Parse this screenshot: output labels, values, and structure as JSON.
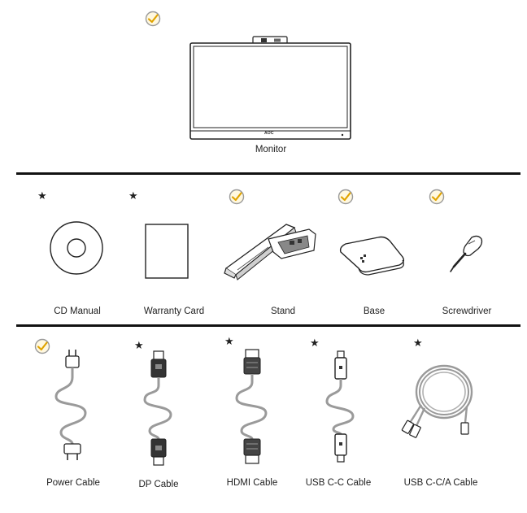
{
  "monitor": {
    "label": "Monitor",
    "bezel_logo": "AOC",
    "included": true
  },
  "row1": [
    {
      "key": "cd",
      "label": "CD Manual",
      "marker": "★",
      "included": false
    },
    {
      "key": "warranty",
      "label": "Warranty Card",
      "marker": "★",
      "included": false
    },
    {
      "key": "stand",
      "label": "Stand",
      "marker": "",
      "included": true
    },
    {
      "key": "base",
      "label": "Base",
      "marker": "",
      "included": true
    },
    {
      "key": "screwdriver",
      "label": "Screwdriver",
      "marker": "",
      "included": true
    }
  ],
  "row2": [
    {
      "key": "power",
      "label": "Power Cable",
      "marker": "",
      "included": true
    },
    {
      "key": "dp",
      "label": "DP Cable",
      "marker": "★",
      "included": false
    },
    {
      "key": "hdmi",
      "label": "HDMI Cable",
      "marker": "★",
      "included": false
    },
    {
      "key": "usbcc",
      "label": "USB C-C Cable",
      "marker": "★",
      "included": false
    },
    {
      "key": "usbcca",
      "label": "USB C-C/A Cable",
      "marker": "★",
      "included": false
    }
  ],
  "colors": {
    "check_fill": "#f4c542",
    "check_ring": "#8a8a8a",
    "line": "#111111",
    "cable": "#9a9a9a"
  }
}
